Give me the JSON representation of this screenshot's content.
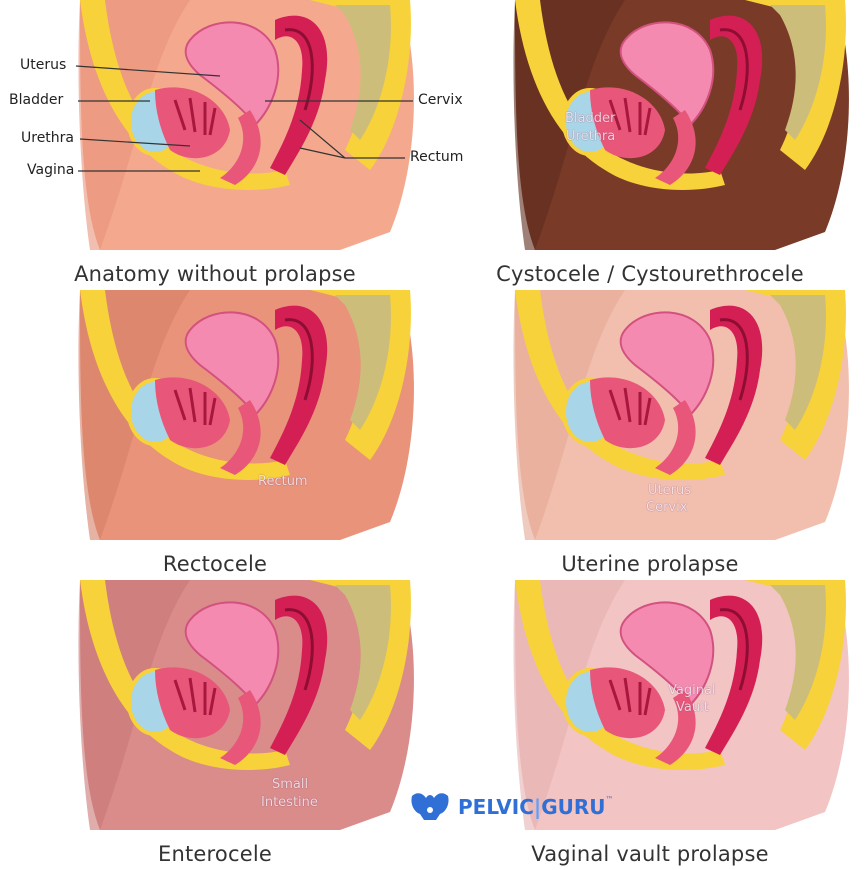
{
  "panels": [
    {
      "caption": "Anatomy without prolapse",
      "skin": "#f4a98e",
      "skin_dark": "#e8927a",
      "bg": "#ffffff"
    },
    {
      "caption": "Cystocele / Cystourethrocele",
      "skin": "#7a3a28",
      "skin_dark": "#5e2b1d",
      "bg": "#ffffff"
    },
    {
      "caption": "Rectocele",
      "skin": "#e8937a",
      "skin_dark": "#d67f68",
      "bg": "#ffffff"
    },
    {
      "caption": "Uterine prolapse",
      "skin": "#f2bfae",
      "skin_dark": "#e4a895",
      "bg": "#ffffff"
    },
    {
      "caption": "Enterocele",
      "skin": "#d98c8a",
      "skin_dark": "#c87674",
      "bg": "#ffffff"
    },
    {
      "caption": "Vaginal vault prolapse",
      "skin": "#f2c4c4",
      "skin_dark": "#e6b0b0",
      "bg": "#ffffff"
    }
  ],
  "labels": {
    "uterus": "Uterus",
    "bladder": "Bladder",
    "urethra": "Urethra",
    "vagina": "Vagina",
    "cervix": "Cervix",
    "rectum": "Rectum"
  },
  "inner_labels": {
    "cysto_bladder": "Bladder",
    "cysto_urethra": "Urethra",
    "recto_rectum": "Rectum",
    "utero_uterus": "Uterus",
    "utero_cervix": "Cervix",
    "entero_small": "Small",
    "entero_intestine": "Intestine",
    "vault_vaginal": "Vaginal",
    "vault_vault": "Vault"
  },
  "logo": {
    "brand_left": "PELVIC",
    "brand_right": "GURU",
    "tm": "™",
    "color": "#2f6fd6"
  }
}
